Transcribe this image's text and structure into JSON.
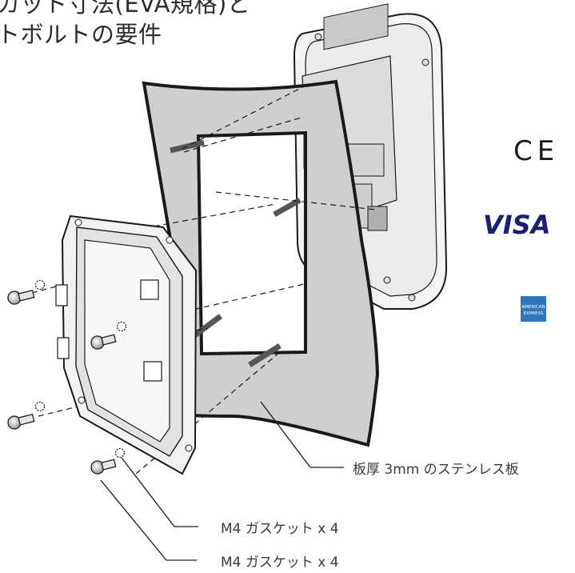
{
  "title": {
    "line1": "カット寸法(EVA規格)と",
    "line2": "トボルトの要件"
  },
  "callouts": {
    "plate": "板厚 3mm のステンレス板",
    "gasket_1": "M4 ガスケット x 4",
    "gasket_2": "M4 ガスケット x 4"
  },
  "badges": {
    "ce": "CE",
    "visa": "VISA",
    "amex_line1": "AMERICAN",
    "amex_line2": "EXPRESS"
  },
  "colors": {
    "plate_fill": "#cfcfcf",
    "line": "#1a1a1a",
    "visa_blue": "#1a1f71",
    "amex_blue": "#2e77bc"
  }
}
